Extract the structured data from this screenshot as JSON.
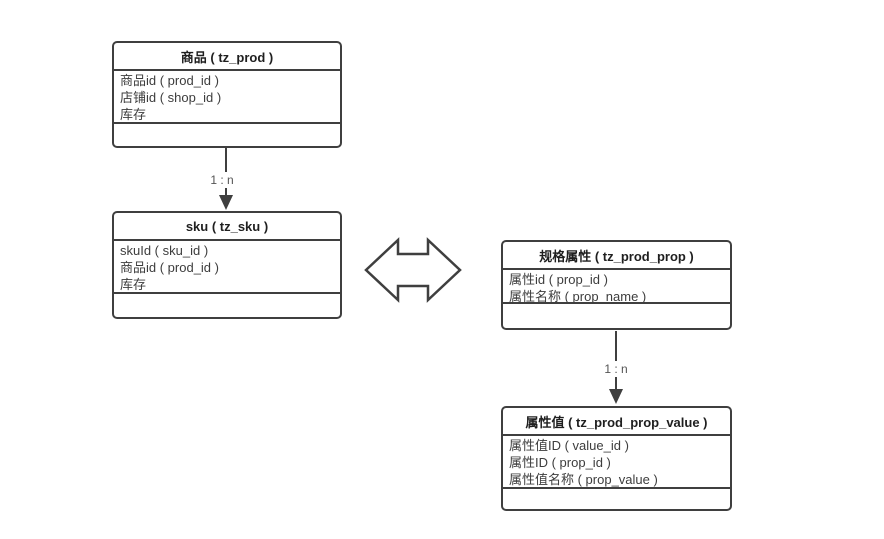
{
  "colors": {
    "background": "#ffffff",
    "border": "#3f3f3f",
    "header-text": "#1f1f1f",
    "field-text": "#3d3d3d",
    "label-text": "#545454"
  },
  "diagram": {
    "entities": [
      {
        "title": "商品 ( tz_prod )",
        "fields": [
          "商品id ( prod_id )",
          "店铺id ( shop_id )",
          "库存"
        ]
      },
      {
        "title": "sku ( tz_sku )",
        "fields": [
          "skuId ( sku_id )",
          "商品id ( prod_id )",
          "库存"
        ]
      },
      {
        "title": "规格属性 ( tz_prod_prop )",
        "fields": [
          "属性id ( prop_id )",
          "属性名称 ( prop_name )"
        ]
      },
      {
        "title": "属性值 ( tz_prod_prop_value )",
        "fields": [
          "属性值ID ( value_id )",
          "属性ID ( prop_id )",
          "属性值名称 ( prop_value )"
        ]
      }
    ],
    "relations": [
      {
        "label": "1 : n"
      },
      {
        "label": "1 : n"
      }
    ]
  }
}
